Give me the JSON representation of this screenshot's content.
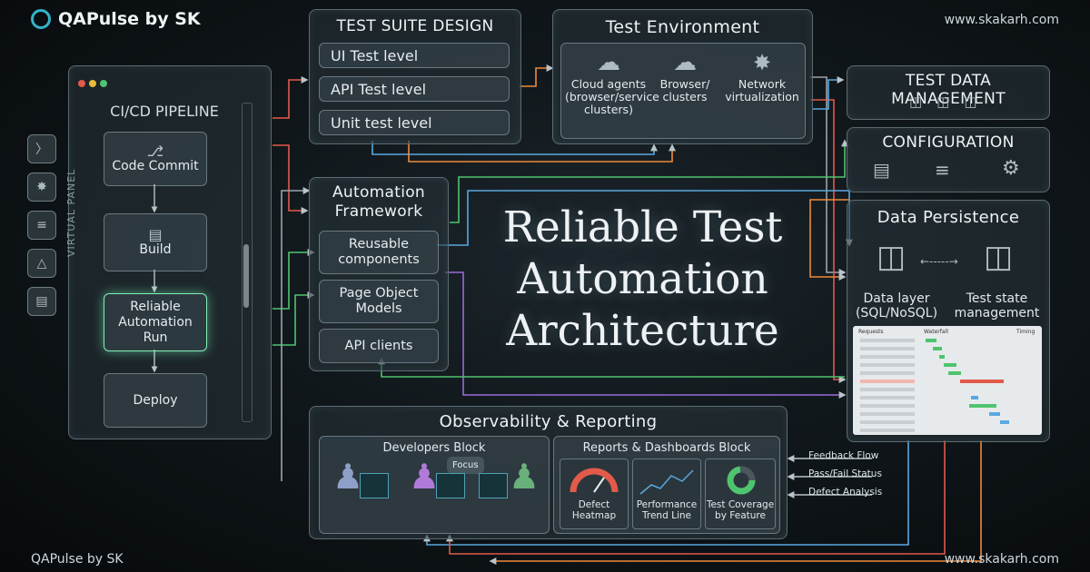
{
  "brand": {
    "top_left": "QAPulse by SK",
    "top_right": "www.skakarh.com",
    "bottom_left": "QAPulse by SK",
    "bottom_right": "www.skakarh.com"
  },
  "title": {
    "line1": "Reliable Test",
    "line2": "Automation",
    "line3": "Architecture"
  },
  "cicd": {
    "side_label": "VIRTUAL PANEL",
    "title": "CI/CD PIPELINE",
    "steps": [
      "Code Commit",
      "Build",
      "Reliable Automation Run",
      "Deploy"
    ]
  },
  "suite": {
    "title": "TEST SUITE DESIGN",
    "items": [
      "UI Test level",
      "API Test level",
      "Unit test level"
    ]
  },
  "env": {
    "title": "Test Environment",
    "items": [
      "Cloud agents (browser/service clusters)",
      "Browser/ clusters",
      "Network virtualization"
    ]
  },
  "framework": {
    "title": "Automation Framework",
    "items": [
      "Reusable components",
      "Page Object Models",
      "API clients"
    ]
  },
  "tdm": {
    "title": "TEST DATA MANAGEMENT"
  },
  "config": {
    "title": "CONFIGURATION"
  },
  "persist": {
    "title": "Data Persistence",
    "items": [
      "Data layer (SQL/NoSQL)",
      "Test state management"
    ],
    "table_headers": [
      "Requests",
      "Waterfall",
      "Timing"
    ]
  },
  "obs": {
    "title": "Observability & Reporting",
    "dev_block": "Developers Block",
    "dev_bubble": "Focus",
    "reports_block": "Reports & Dashboards Block",
    "cards": [
      "Defect Heatmap",
      "Performance Trend Line",
      "Test Coverage by Feature"
    ]
  },
  "feedback": [
    "Feedback Flow",
    "Pass/Fail Status",
    "Defect Analysis"
  ],
  "colors": {
    "red": "#e25a4a",
    "green": "#4fc46e",
    "orange": "#f08a3a",
    "blue": "#5aa8e0",
    "purple": "#9a6ad8",
    "grey": "#9aa6ac"
  }
}
